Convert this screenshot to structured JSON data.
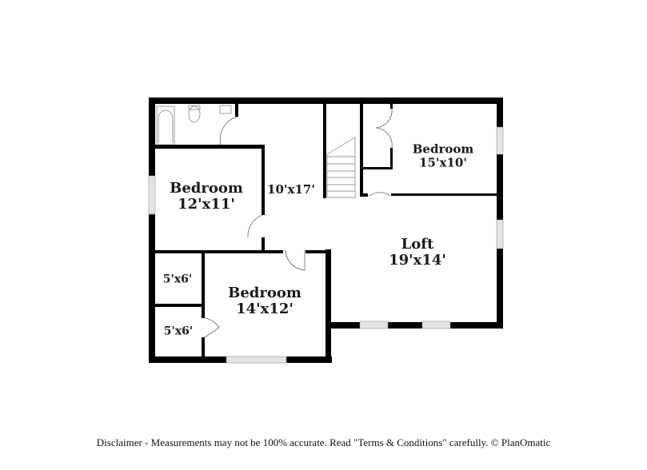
{
  "floor_plan": {
    "rooms": [
      {
        "id": "bedroom-nw",
        "name": "Bedroom",
        "dims": "12'x11'"
      },
      {
        "id": "hall",
        "name": "",
        "dims": "10'x17'"
      },
      {
        "id": "bedroom-ne",
        "name": "Bedroom",
        "dims": "15'x10'"
      },
      {
        "id": "loft",
        "name": "Loft",
        "dims": "19'x14'"
      },
      {
        "id": "bedroom-s",
        "name": "Bedroom",
        "dims": "14'x12'"
      },
      {
        "id": "closet-1",
        "name": "",
        "dims": "5'x6'"
      },
      {
        "id": "closet-2",
        "name": "",
        "dims": "5'x6'"
      }
    ],
    "fixtures": [
      "bathtub",
      "toilet",
      "sink",
      "stairs"
    ]
  },
  "footer": {
    "disclaimer": "Disclaimer - Measurements may not be 100% accurate. Read \"Terms & Conditions\" carefully. © PlanOmatic"
  },
  "colors": {
    "wall": "#000000",
    "window": "#d9d9d9",
    "background": "#ffffff"
  }
}
